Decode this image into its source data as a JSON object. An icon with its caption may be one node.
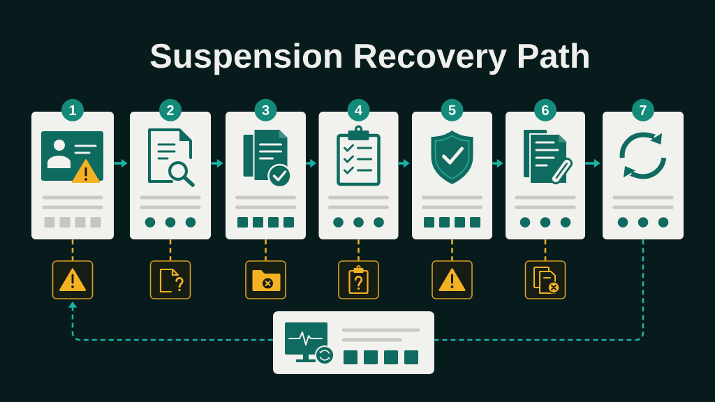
{
  "diagram": {
    "title": "Suspension Recovery Path",
    "nodes": [
      {
        "text": [
          "1"
        ]
      },
      {
        "text": [
          "2"
        ]
      },
      {
        "text": [
          "3"
        ]
      },
      {
        "text": [
          "4"
        ]
      },
      {
        "text": [
          "5"
        ]
      },
      {
        "text": [
          "6"
        ]
      },
      {
        "text": [
          "7"
        ]
      },
      {
        "text": [],
        "shape": "box"
      },
      {
        "text": [],
        "shape": "box"
      },
      {
        "text": [],
        "shape": "box"
      },
      {
        "text": [],
        "shape": "box"
      },
      {
        "text": [],
        "shape": "box"
      },
      {
        "text": [],
        "shape": "box"
      },
      {
        "text": [],
        "shape": "box"
      }
    ],
    "edges": [
      {
        "from": 0,
        "to": 1,
        "arrow": "to"
      },
      {
        "from": 1,
        "to": 2,
        "arrow": "to"
      },
      {
        "from": 2,
        "to": 3,
        "arrow": "to"
      },
      {
        "from": 3,
        "to": 4,
        "arrow": "to"
      },
      {
        "from": 4,
        "to": 5,
        "arrow": "to"
      },
      {
        "from": 5,
        "to": 6,
        "arrow": "to"
      },
      {
        "from": 0,
        "to": 7,
        "arrow": "none",
        "style": "dashed",
        "color": "#f0ad1f"
      },
      {
        "from": 1,
        "to": 8,
        "arrow": "none",
        "style": "dashed",
        "color": "#f0ad1f"
      },
      {
        "from": 2,
        "to": 9,
        "arrow": "none",
        "style": "dashed",
        "color": "#f0ad1f"
      },
      {
        "from": 3,
        "to": 10,
        "arrow": "none",
        "style": "dashed",
        "color": "#f0ad1f"
      },
      {
        "from": 4,
        "to": 11,
        "arrow": "none",
        "style": "dashed",
        "color": "#f0ad1f"
      },
      {
        "from": 5,
        "to": 12,
        "arrow": "none",
        "style": "dashed",
        "color": "#f0ad1f"
      },
      {
        "from": 6,
        "to": 13,
        "arrow": "none",
        "style": "dashed"
      },
      {
        "from": 13,
        "to": 7,
        "arrow": "to",
        "style": "dashed"
      }
    ]
  }
}
